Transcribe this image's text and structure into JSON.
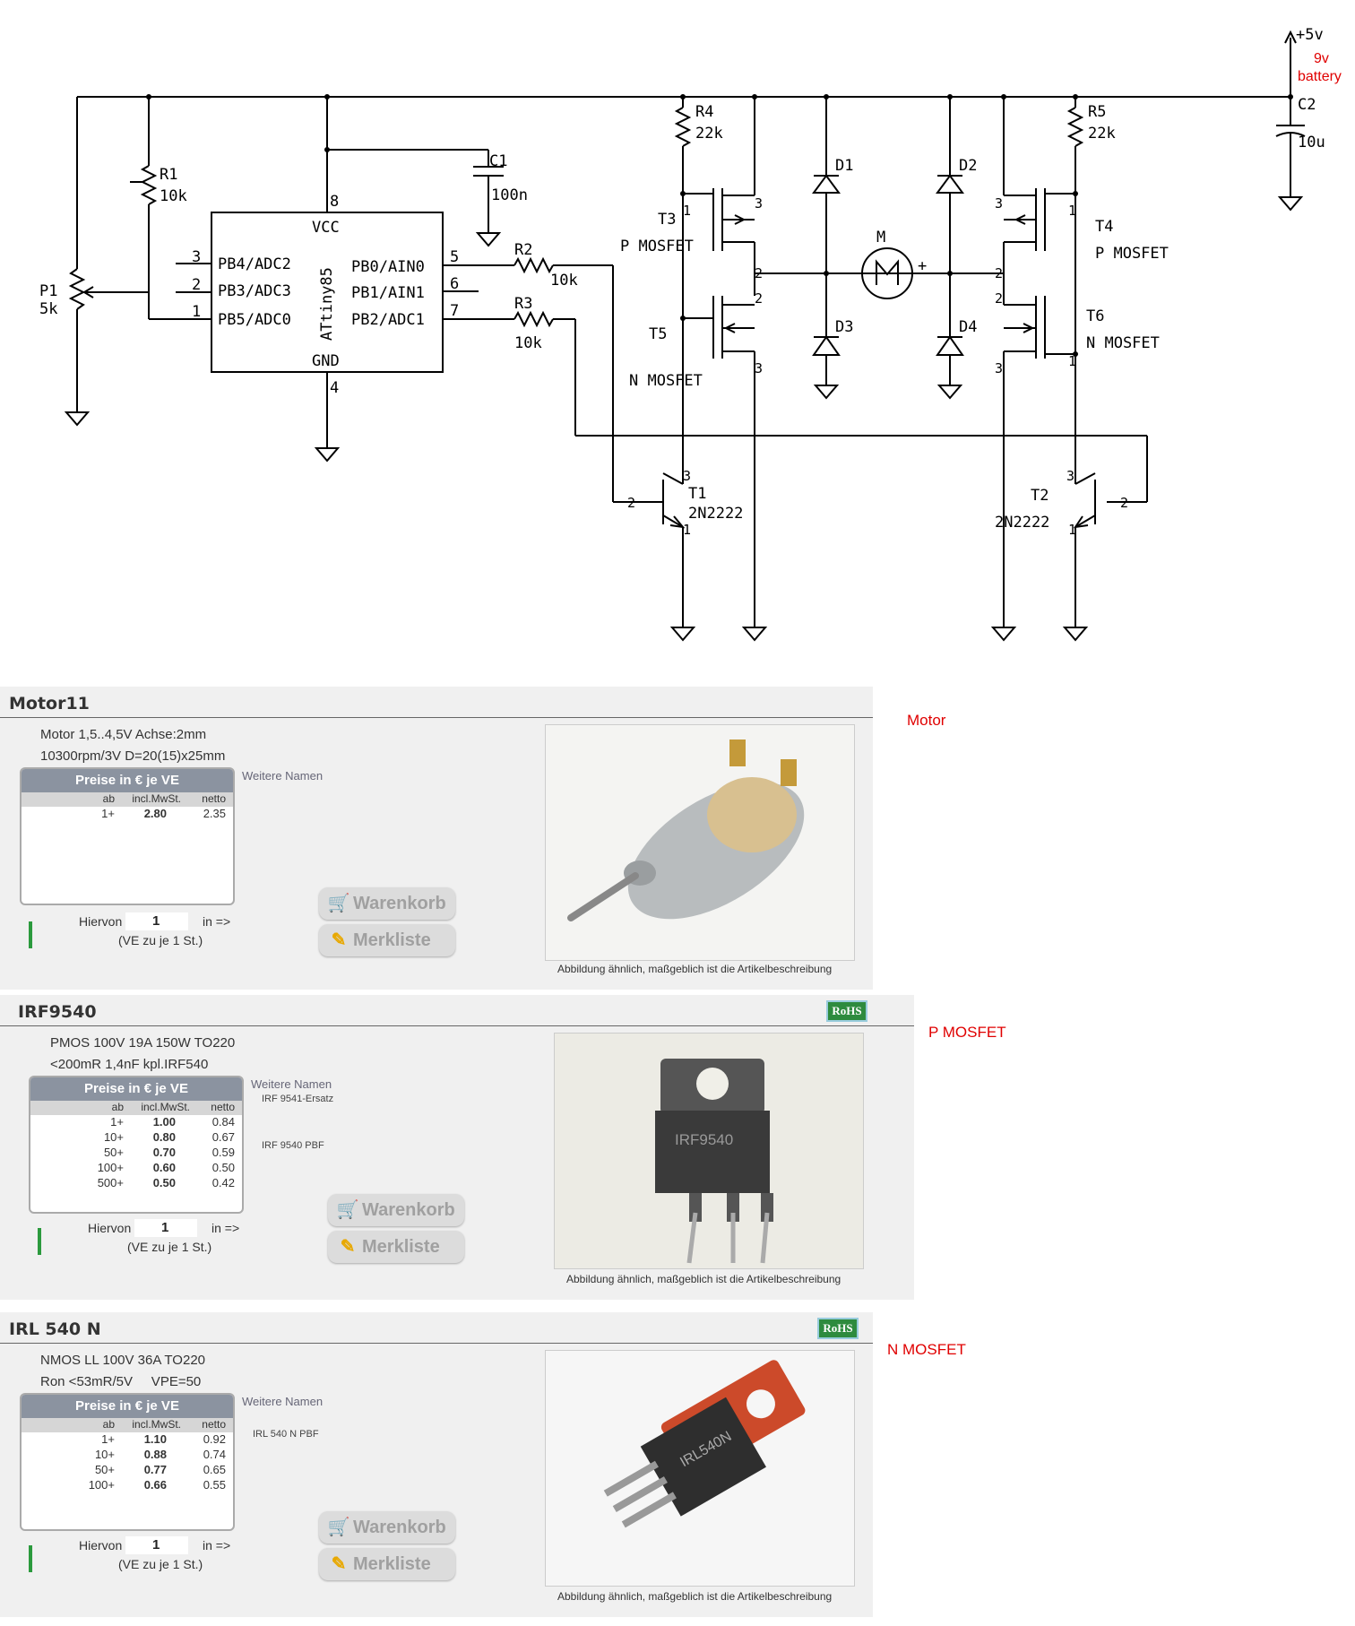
{
  "schematic": {
    "supply": "+5v",
    "battery": [
      "9v",
      "battery"
    ],
    "chip": {
      "name": "ATtiny85",
      "vcc": "VCC",
      "gnd": "GND",
      "left_pins": [
        "PB4/ADC2",
        "PB3/ADC3",
        "PB5/ADC0"
      ],
      "left_nums": [
        "3",
        "2",
        "1"
      ],
      "right_pins": [
        "PB0/AIN0",
        "PB1/AIN1",
        "PB2/ADC1"
      ],
      "right_nums": [
        "5",
        "6",
        "7"
      ],
      "top_num": "8",
      "bottom_num": "4"
    },
    "r1": [
      "R1",
      "10k"
    ],
    "r2": [
      "R2",
      "10k"
    ],
    "r3": [
      "R3",
      "10k"
    ],
    "r4": [
      "R4",
      "22k"
    ],
    "r5": [
      "R5",
      "22k"
    ],
    "c1": [
      "C1",
      "100n"
    ],
    "c2": [
      "C2",
      "10u"
    ],
    "p1": [
      "P1",
      "5k"
    ],
    "t3": [
      "T3",
      "P MOSFET"
    ],
    "t5": [
      "T5",
      "N MOSFET"
    ],
    "t4": [
      "T4",
      "P MOSFET"
    ],
    "t6": [
      "T6",
      "N MOSFET"
    ],
    "t1": [
      "T1",
      "2N2222"
    ],
    "t2": [
      "T2",
      "2N2222"
    ],
    "diodes": [
      "D1",
      "D2",
      "D3",
      "D4"
    ],
    "motor": "M",
    "motor_plus": "+",
    "pin_nums": {
      "one": "1",
      "two": "2",
      "three": "3"
    }
  },
  "products": [
    {
      "title": "Motor11",
      "desc": [
        "Motor 1,5..4,5V Achse:2mm",
        "10300rpm/3V D=20(15)x25mm"
      ],
      "price_header": "Preise in € je VE",
      "cols": [
        "ab",
        "incl.MwSt.",
        "netto"
      ],
      "rows": [
        [
          "1+",
          "2.80",
          "2.35"
        ]
      ],
      "weitere": "Weitere Namen",
      "alt_names": [],
      "hiervon": "Hiervon",
      "qty": "1",
      "in": "in =>",
      "ve": "(VE zu je 1 St.)",
      "btn_cart": "Warenkorb",
      "btn_memo": "Merkliste",
      "caption": "Abbildung ähnlich, maßgeblich ist die Artikelbeschreibung",
      "rohs": false,
      "label": "Motor",
      "photo_text": ""
    },
    {
      "title": "IRF9540",
      "desc": [
        "PMOS 100V 19A 150W TO220",
        "<200mR 1,4nF kpl.IRF540"
      ],
      "price_header": "Preise in € je VE",
      "cols": [
        "ab",
        "incl.MwSt.",
        "netto"
      ],
      "rows": [
        [
          "1+",
          "1.00",
          "0.84"
        ],
        [
          "10+",
          "0.80",
          "0.67"
        ],
        [
          "50+",
          "0.70",
          "0.59"
        ],
        [
          "100+",
          "0.60",
          "0.50"
        ],
        [
          "500+",
          "0.50",
          "0.42"
        ]
      ],
      "weitere": "Weitere Namen",
      "alt_names": [
        "IRF 9541-Ersatz",
        "IRF 9540 PBF"
      ],
      "hiervon": "Hiervon",
      "qty": "1",
      "in": "in =>",
      "ve": "(VE zu je 1 St.)",
      "btn_cart": "Warenkorb",
      "btn_memo": "Merkliste",
      "caption": "Abbildung ähnlich, maßgeblich ist die Artikelbeschreibung",
      "rohs": true,
      "label": "P MOSFET",
      "photo_text": "IRF9540"
    },
    {
      "title": "IRL 540 N",
      "desc": [
        "NMOS LL 100V 36A TO220",
        "Ron <53mR/5V     VPE=50"
      ],
      "price_header": "Preise in € je VE",
      "cols": [
        "ab",
        "incl.MwSt.",
        "netto"
      ],
      "rows": [
        [
          "1+",
          "1.10",
          "0.92"
        ],
        [
          "10+",
          "0.88",
          "0.74"
        ],
        [
          "50+",
          "0.77",
          "0.65"
        ],
        [
          "100+",
          "0.66",
          "0.55"
        ]
      ],
      "weitere": "Weitere Namen",
      "alt_names": [
        "IRL 540 N PBF"
      ],
      "hiervon": "Hiervon",
      "qty": "1",
      "in": "in =>",
      "ve": "(VE zu je 1 St.)",
      "btn_cart": "Warenkorb",
      "btn_memo": "Merkliste",
      "caption": "Abbildung ähnlich, maßgeblich ist die Artikelbeschreibung",
      "rohs": true,
      "label": "N MOSFET",
      "photo_text": "IRL540N"
    }
  ],
  "rohs_text": "RoHS",
  "colors": {
    "label_red": "#e00000",
    "price_header": "#8b93a0",
    "green": "#2b9a3d"
  }
}
